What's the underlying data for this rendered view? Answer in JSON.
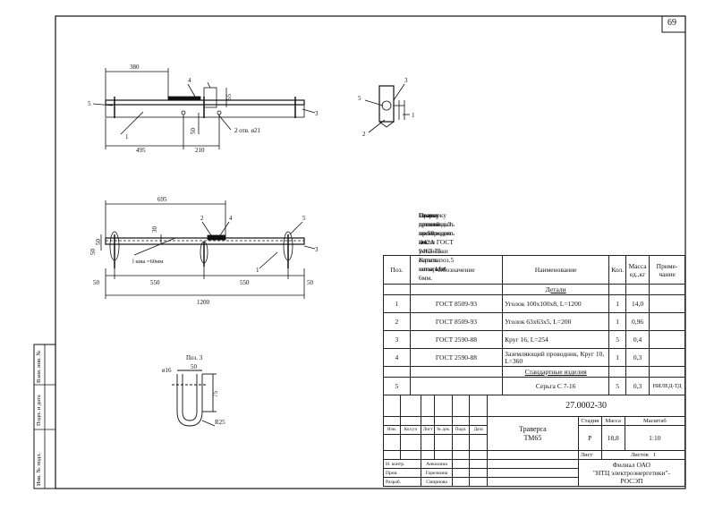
{
  "sheet_number": "69",
  "views": {
    "top": {
      "dim_380": "380",
      "dim_495": "495",
      "dim_210": "210",
      "dim_55": "55",
      "dim_50": "50",
      "holes": "2 отв. ø21",
      "pos1": "1",
      "pos3": "3",
      "pos4": "4",
      "pos5": "5"
    },
    "front": {
      "dim_695": "695",
      "dim_550a": "550",
      "dim_550b": "550",
      "dim_1200": "1200",
      "dim_50a": "50",
      "dim_50b": "50",
      "dim_30": "30",
      "dim_50v1": "50",
      "dim_50v2": "50",
      "lshva": "l шва =60мм",
      "pos1": "1",
      "pos2": "2",
      "pos3": "3",
      "pos4": "4",
      "pos5": "5"
    },
    "side": {
      "pos1": "1",
      "pos2": "2",
      "pos3": "3",
      "pos5": "5"
    },
    "detail": {
      "title": "Поз. 3",
      "dim_16": "ø16",
      "dim_50": "50",
      "dim_75": "75",
      "r25": "R25"
    }
  },
  "notes": [
    "Сварку производить электродом Э42А ГОСТ 9467-75.  Катеты швов kf = 6мм.",
    "Приварку петли поз.3 производить после установки серьги поз.5 четырьмя",
    "швами длиной по 50 мм."
  ],
  "spec_table": {
    "headers": {
      "pos": "Поз.",
      "designation": "Обозначение",
      "name": "Наименование",
      "qty": "Кол.",
      "mass": "Масса ед.,кг",
      "note": "Приме-чание"
    },
    "section_details": "Детали",
    "rows": [
      {
        "pos": "1",
        "designation": "ГОСТ 8509-93",
        "name": "Уголок 100х100х8, L=1200",
        "qty": "1",
        "mass": "14,0",
        "note": ""
      },
      {
        "pos": "2",
        "designation": "ГОСТ 8509-93",
        "name": "Уголок 63х63х5, L=200",
        "qty": "1",
        "mass": "0,96",
        "note": ""
      },
      {
        "pos": "3",
        "designation": "ГОСТ 2590-88",
        "name": "Круг 16,  L=254",
        "qty": "5",
        "mass": "0,4",
        "note": ""
      },
      {
        "pos": "4",
        "designation": "ГОСТ 2590-88",
        "name": "Заземляющий проводник, Круг 10, L=360",
        "qty": "1",
        "mass": "0,3",
        "note": ""
      }
    ],
    "section_standard": "Стандартные изделия",
    "standard_rows": [
      {
        "pos": "5",
        "designation": "",
        "name": "Серьга С 7-16",
        "qty": "5",
        "mass": "0,3",
        "note": "НИЛЕД-ТД"
      }
    ]
  },
  "title_block": {
    "code": "27.0002-30",
    "title_line1": "Траверса",
    "title_line2": "ТМ65",
    "col_labels": [
      "Изм.",
      "Кол.уч",
      "Лист",
      "№ док.",
      "Подп.",
      "Дата"
    ],
    "stage_label": "Стадия",
    "mass_label": "Масса",
    "scale_label": "Масштаб",
    "stage": "Р",
    "mass": "18,8",
    "scale": "1:10",
    "sheet_label": "Лист",
    "sheets_label": "Листов",
    "sheets": "1",
    "org_line1": "Филиал ОАО",
    "org_line2": "\"НТЦ электроэнергетики\"-",
    "org_line3": "РОСЭП",
    "people": [
      {
        "role": "Н. контр.",
        "name": "Анкилина"
      },
      {
        "role": "Пров.",
        "name": "Горелкина"
      },
      {
        "role": "Разраб.",
        "name": "Смирнова"
      }
    ]
  },
  "side_stamp": [
    "Инв. № подл.",
    "Подп. и дата",
    "Взам. инв. №"
  ]
}
